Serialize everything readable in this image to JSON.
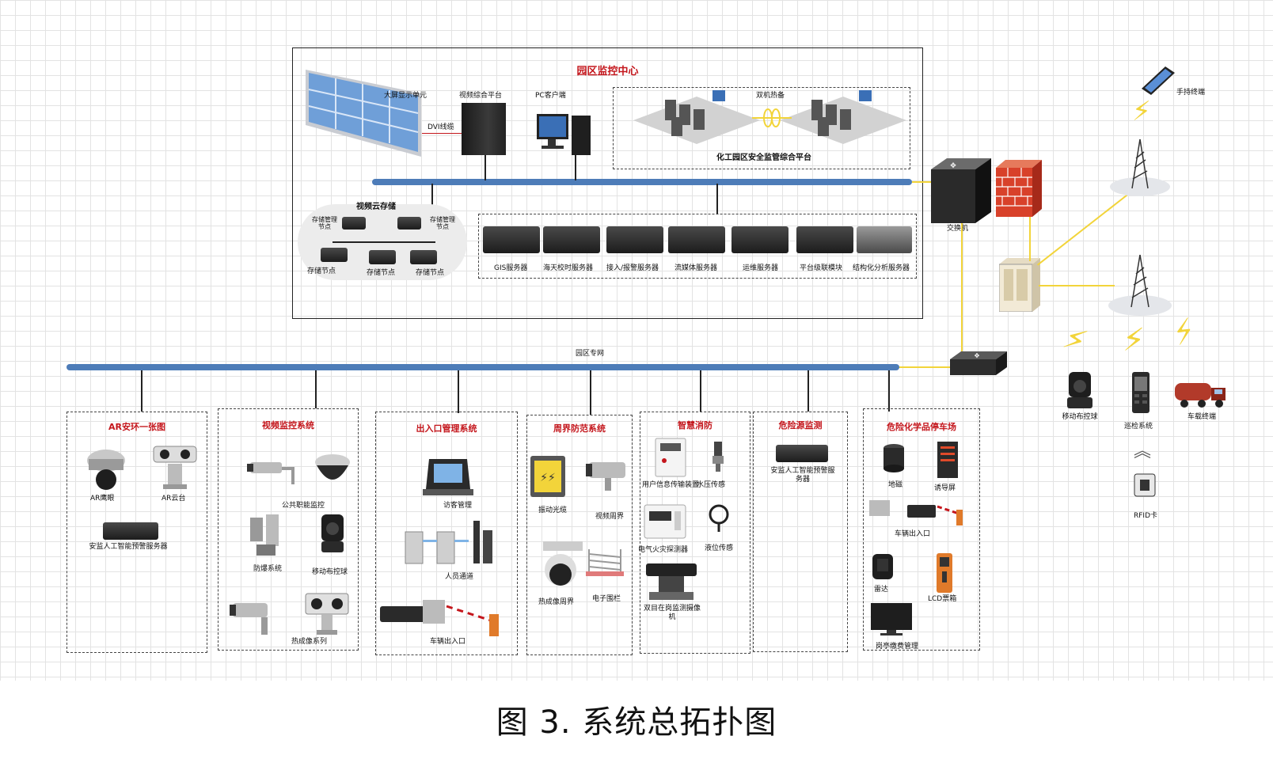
{
  "caption": "图 3. 系统总拓扑图",
  "monitor_center": {
    "title": "园区监控中心",
    "video_wall": "大屏显示单元",
    "dvi": "DVI线缆",
    "video_platform": "视频综合平台",
    "pc": "PC客户端",
    "hot_standby": "双机热备",
    "platform": "化工园区安全监管综合平台",
    "cloud": {
      "title": "视频云存储",
      "mgmt_node": "存储管理节点",
      "storage_node": "存储节点"
    },
    "servers": [
      "GIS服务器",
      "海天校时服务器",
      "接入/报警服务器",
      "流媒体服务器",
      "运维服务器",
      "平台级联模块",
      "结构化分析服务器"
    ]
  },
  "switch_label": "交换机",
  "park_net": "园区专网",
  "right": {
    "handheld": "手持终端",
    "mobile_ball": "移动布控球",
    "patrol": "巡检系统",
    "vehicle": "车载终端",
    "rfid": "RFID卡"
  },
  "sections": [
    {
      "title": "AR安环一张图",
      "items": [
        "AR鹰眼",
        "AR云台",
        "安监人工智能预警服务器"
      ]
    },
    {
      "title": "视频监控系统",
      "items": [
        "公共职能监控",
        "防爆系统",
        "移动布控球",
        "热成像系列"
      ]
    },
    {
      "title": "出入口管理系统",
      "items": [
        "访客管理",
        "人员通道",
        "车辆出入口"
      ]
    },
    {
      "title": "周界防范系统",
      "items": [
        "振动光缆",
        "视频周界",
        "热成像周界",
        "电子围栏"
      ]
    },
    {
      "title": "智慧消防",
      "items": [
        "用户信息传输装置",
        "水压传感",
        "电气火灾探测器",
        "液位传感",
        "双目在岗监测摄像机"
      ]
    },
    {
      "title": "危险源监测",
      "items": [
        "安监人工智能预警服务器"
      ]
    },
    {
      "title": "危险化学品停车场",
      "items": [
        "地磁",
        "诱导屏",
        "车辆出入口",
        "雷达",
        "LCD票箱",
        "岗亭缴费管理"
      ]
    }
  ]
}
